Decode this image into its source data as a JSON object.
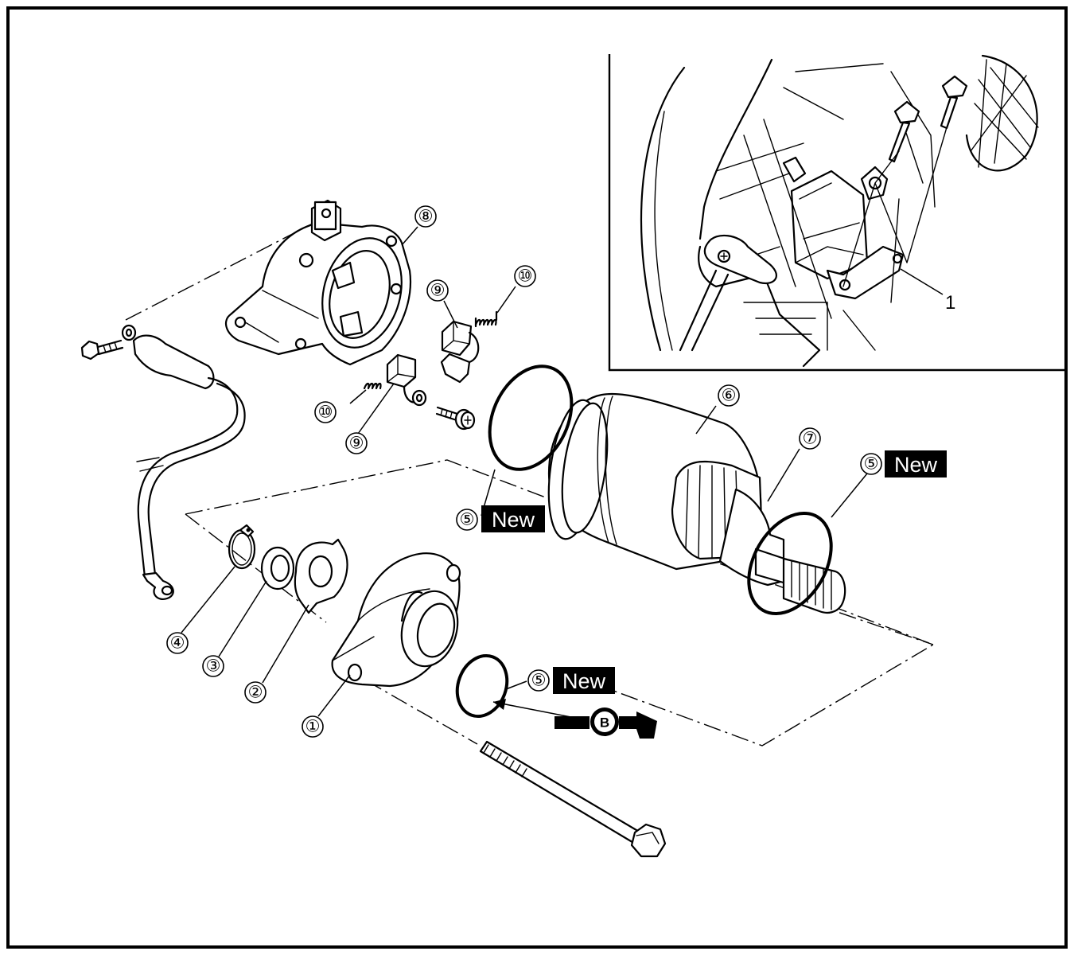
{
  "callouts": {
    "c1": "①",
    "c2": "②",
    "c3": "③",
    "c4": "④",
    "c5a": "⑤",
    "c5b": "⑤",
    "c5c": "⑤",
    "c6": "⑥",
    "c7": "⑦",
    "c8": "⑧",
    "c9a": "⑨",
    "c9b": "⑨",
    "c10a": "⑩",
    "c10b": "⑩"
  },
  "badges": {
    "new_a": "New",
    "new_b": "New",
    "new_c": "New"
  },
  "lube_symbol": "B",
  "inset": {
    "label_1": "1"
  }
}
